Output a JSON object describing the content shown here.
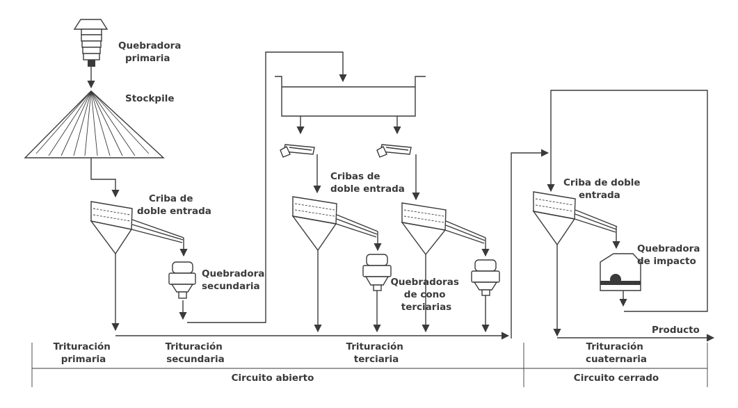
{
  "labels": {
    "primary_crusher": [
      "Quebradora",
      "primaria"
    ],
    "stockpile": "Stockpile",
    "screen_1": [
      "Criba de",
      "doble entrada"
    ],
    "secondary_crusher": [
      "Quebradora",
      "secundaria"
    ],
    "screens_2": [
      "Cribas de",
      "doble entrada"
    ],
    "tertiary_crushers": [
      "Quebradoras",
      "de cono",
      "terciarias"
    ],
    "screen_3": [
      "Criba de doble",
      "entrada"
    ],
    "impact_crusher": [
      "Quebradora",
      "de impacto"
    ],
    "product": "Producto"
  },
  "stages": {
    "primary": [
      "Trituración",
      "primaria"
    ],
    "secondary": [
      "Trituración",
      "secundaria"
    ],
    "tertiary": [
      "Trituración",
      "terciaria"
    ],
    "quaternary": [
      "Trituración",
      "cuaternaria"
    ]
  },
  "circuits": {
    "open": "Circuito abierto",
    "closed": "Circuito cerrado"
  }
}
